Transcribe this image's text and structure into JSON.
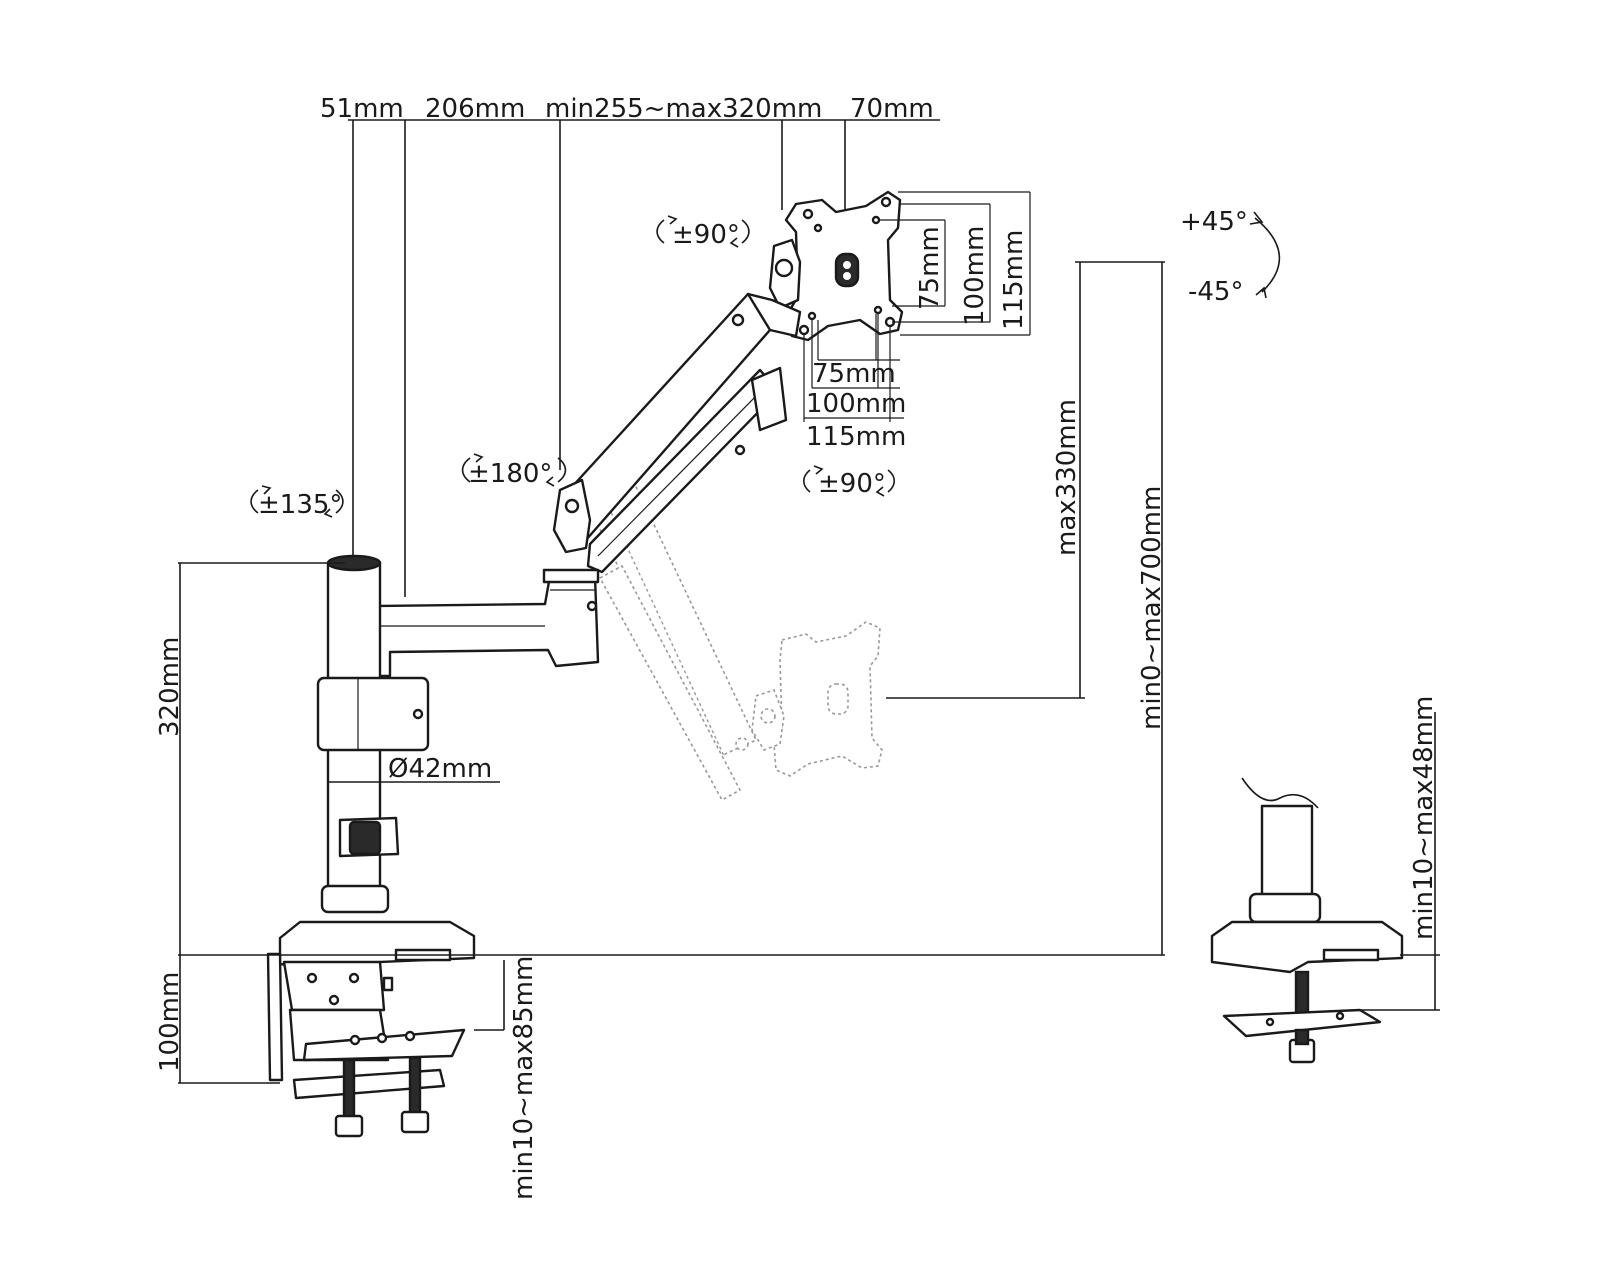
{
  "dimensions": {
    "top": {
      "pole_offset": "51mm",
      "arm1_length": "206mm",
      "arm2_length": "min255~max320mm",
      "head_offset": "70mm"
    },
    "vesa": {
      "h75": "75mm",
      "h100": "100mm",
      "h115": "115mm",
      "v75": "75mm",
      "v100": "100mm",
      "v115": "115mm"
    },
    "pole_height": "320mm",
    "pole_diameter": "Ø42mm",
    "clamp_height": "100mm",
    "clamp_range": "min10~max85mm",
    "height_adjust": "max330mm",
    "total_height": "min0~max700mm",
    "grommet_range": "min10~max48mm"
  },
  "rotations": {
    "pole": "±135°",
    "arm_joint": "±180°",
    "tilt_top": "±90°",
    "swivel": "±90°",
    "rotate_plus": "+45°",
    "rotate_minus": "-45°"
  },
  "colors": {
    "line": "#1a1a1a",
    "ghost": "#999999"
  },
  "icons": [
    "rotation-arrow-icon",
    "monitor-arm",
    "vesa-plate",
    "desk-clamp",
    "grommet-mount"
  ]
}
